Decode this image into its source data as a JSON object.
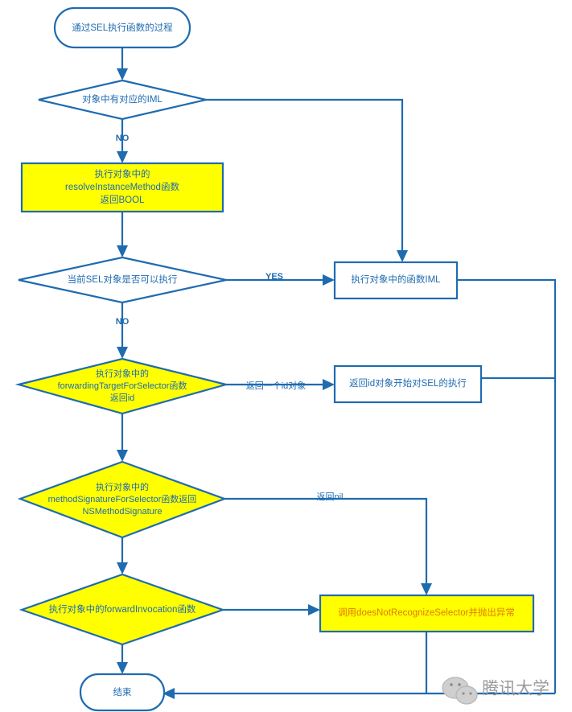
{
  "diagram": {
    "title": "通过SEL执行函数的过程",
    "accent_color": "#1F6BB0",
    "fill_color": "#FFFF00",
    "alt_text_color": "#E07B00",
    "nodes": {
      "start": {
        "label": "通过SEL执行函数的过程",
        "shape": "terminator"
      },
      "has_iml": {
        "label": "对象中有对应的IML",
        "shape": "decision"
      },
      "resolve_instance_method": {
        "line1": "执行对象中的",
        "line2": "resolveInstanceMethod函数",
        "line3": "返回BOOL",
        "shape": "process"
      },
      "can_execute": {
        "label": "当前SEL对象是否可以执行",
        "shape": "decision"
      },
      "exec_iml": {
        "label": "执行对象中的函数IML",
        "shape": "process"
      },
      "forwarding_target": {
        "line1": "执行对象中的",
        "line2": "forwardingTargetForSelector函数",
        "line3": "返回id",
        "shape": "decision"
      },
      "return_id_object": {
        "label": "返回id对象开始对SEL的执行",
        "shape": "process"
      },
      "method_signature": {
        "line1": "执行对象中的",
        "line2": "methodSignatureForSelector函数返回",
        "line3": "NSMethodSignature",
        "shape": "decision"
      },
      "forward_invocation": {
        "label": "执行对象中的forwardInvocation函数",
        "shape": "decision"
      },
      "does_not_recognize": {
        "label": "调用doesNotRecognizeSelector并抛出异常",
        "shape": "process"
      },
      "end": {
        "label": "结束",
        "shape": "terminator"
      }
    },
    "edge_labels": {
      "iml_no": "NO",
      "can_execute_yes": "YES",
      "can_execute_no": "NO",
      "forwarding_return_id": "返回一个id对象",
      "method_signature_return_nil": "返回nil"
    },
    "watermark": {
      "text": "腾讯大学",
      "icon": "wechat-icon"
    }
  }
}
